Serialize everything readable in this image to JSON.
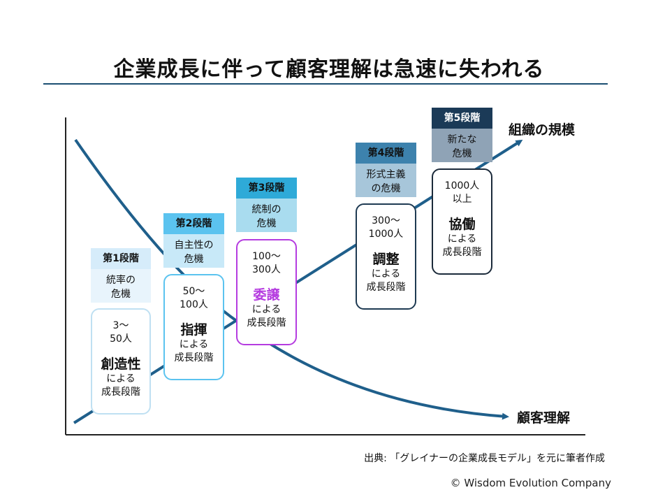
{
  "title": "企業成長に伴って顧客理解は急速に失われる",
  "axis_labels": {
    "growth": "組織の規模",
    "understanding": "顧客理解"
  },
  "stages": [
    {
      "label": "第1段階",
      "crisis": [
        "統率の",
        "危機"
      ],
      "size": [
        "3〜",
        "50人"
      ],
      "keyword": "創造性",
      "suffix": [
        "による",
        "成長段階"
      ],
      "header_color": "#d6ecfa",
      "crisis_color": "#e8f4fc",
      "border_color": "#bfe0f2",
      "keyword_color": "#111111"
    },
    {
      "label": "第2段階",
      "crisis": [
        "自主性の",
        "危機"
      ],
      "size": [
        "50〜",
        "100人"
      ],
      "keyword": "指揮",
      "suffix": [
        "による",
        "成長段階"
      ],
      "header_color": "#5bc3ef",
      "crisis_color": "#c8e9f8",
      "border_color": "#5bc3ef",
      "keyword_color": "#111111"
    },
    {
      "label": "第3段階",
      "crisis": [
        "統制の",
        "危機"
      ],
      "size": [
        "100〜",
        "300人"
      ],
      "keyword": "委譲",
      "suffix": [
        "による",
        "成長段階"
      ],
      "header_color": "#2eaad8",
      "crisis_color": "#a9dcef",
      "border_color": "#b53ce0",
      "keyword_color": "#b53ce0"
    },
    {
      "label": "第4段階",
      "crisis": [
        "形式主義",
        "の危機"
      ],
      "size": [
        "300〜",
        "1000人"
      ],
      "keyword": "調整",
      "suffix": [
        "による",
        "成長段階"
      ],
      "header_color": "#3d82ad",
      "crisis_color": "#a7c6da",
      "border_color": "#1e3a52",
      "keyword_color": "#111111"
    },
    {
      "label": "第5段階",
      "crisis": [
        "新たな",
        "危機"
      ],
      "size": [
        "1000人",
        "以上"
      ],
      "keyword": "協働",
      "suffix": [
        "による",
        "成長段階"
      ],
      "header_color": "#1b3a57",
      "crisis_color": "#8fa3b6",
      "border_color": "#1b2a3a",
      "keyword_color": "#111111"
    }
  ],
  "source": "出典: 「グレイナーの企業成長モデル」を元に筆者作成",
  "copyright": "© Wisdom Evolution Company",
  "colors": {
    "curve": "#1f5f8b",
    "axis": "#222222"
  }
}
